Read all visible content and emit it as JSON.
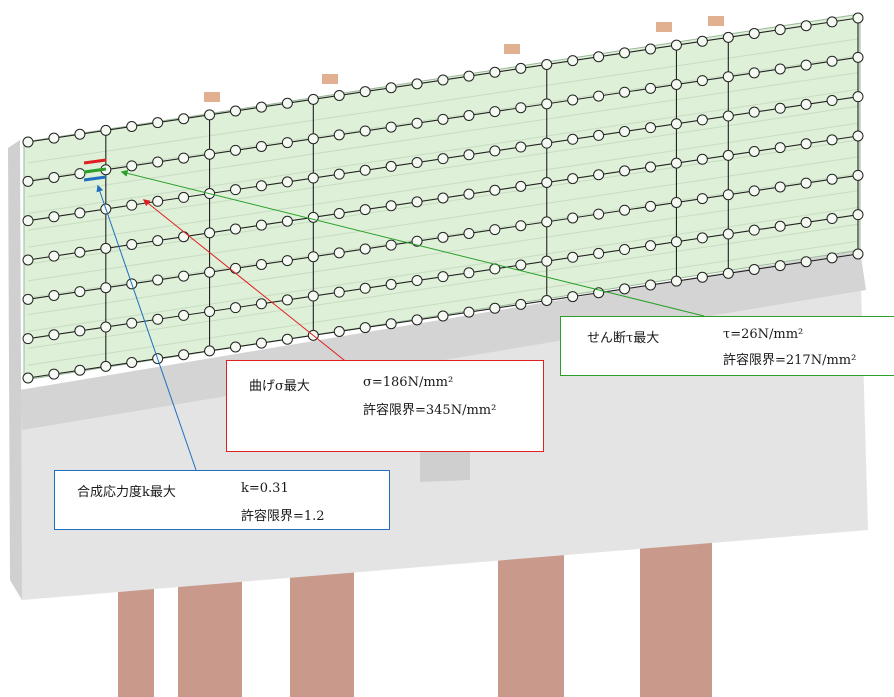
{
  "figure": {
    "colors": {
      "bending": "#e02020",
      "shear": "#2aa02a",
      "combined": "#1f6fc0",
      "panel": "#dff0d8",
      "pier": "#c99a8c",
      "concrete": "#e3e3e3",
      "grid_line": "#222222"
    },
    "callouts": {
      "shear": {
        "label": "せん断τ最大",
        "value": "τ=26N/mm²",
        "limit": "許容限界=217N/mm²"
      },
      "bending": {
        "label": "曲げσ最大",
        "value": "σ=186N/mm²",
        "limit": "許容限界=345N/mm²"
      },
      "combined": {
        "label": "合成応力度k最大",
        "value": "k=0.31",
        "limit": "許容限界=1.2"
      }
    }
  }
}
